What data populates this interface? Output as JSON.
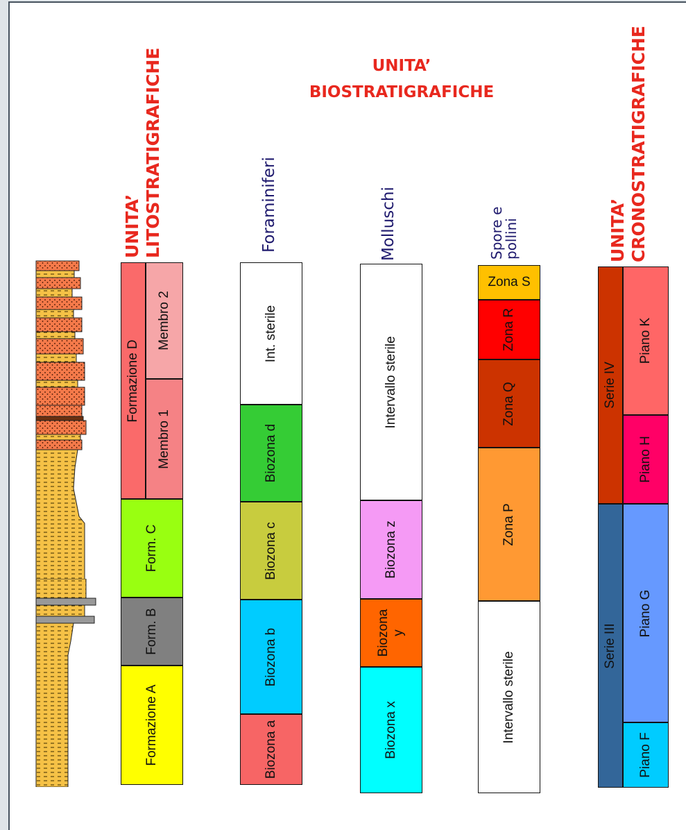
{
  "title_bio": {
    "line1": "UNITA’",
    "line2": "BIOSTRATIGRAFICHE"
  },
  "lito": {
    "heading": {
      "line1": "UNITA’",
      "line2": "LITOSTRATIGRAFICHE"
    },
    "units": {
      "formazione_d": "Formazione D",
      "membro_2": "Membro 2",
      "membro_1": "Membro 1",
      "form_c": "Form. C",
      "form_b": "Form. B",
      "formazione_a": "Formazione A"
    }
  },
  "foraminiferi": {
    "heading": "Foraminiferi",
    "zones": {
      "int_sterile": "Int. sterile",
      "biozona_d": "Biozona d",
      "biozona_c": "Biozona c",
      "biozona_b": "Biozona b",
      "biozona_a": "Biozona a"
    }
  },
  "molluschi": {
    "heading": "Molluschi",
    "zones": {
      "intervallo_sterile": "Intervallo sterile",
      "biozona_z": "Biozona z",
      "biozona_y_1": "Biozona",
      "biozona_y_2": "y",
      "biozona_x": "Biozona x"
    }
  },
  "spore": {
    "heading": {
      "line1": "Spore e",
      "line2": "pollini"
    },
    "zones": {
      "zona_s": "Zona S",
      "zona_r": "Zona R",
      "zona_q": "Zona Q",
      "zona_p": "Zona P",
      "intervallo_sterile": "Intervallo sterile"
    }
  },
  "crono": {
    "heading": {
      "line1": "UNITA’",
      "line2": "CRONOSTRATIGRAFICHE"
    },
    "series": {
      "serie_iv": "Serie IV",
      "serie_iii": "Serie III"
    },
    "piani": {
      "piano_k": "Piano K",
      "piano_h": "Piano H",
      "piano_g": "Piano G",
      "piano_f": "Piano F"
    }
  },
  "colors": {
    "lito_d": "#fa6a6a",
    "lito_m2": "#f6a6a8",
    "lito_m1": "#f58285",
    "lito_c": "#99ff11",
    "lito_b": "#808080",
    "lito_a": "#ffff00",
    "fora_d": "#35cc35",
    "fora_c": "#c8cc3e",
    "fora_b": "#00ccff",
    "fora_a": "#f76565",
    "moll_z": "#f59af5",
    "moll_y": "#ff6500",
    "moll_x": "#00ffff",
    "spore_s": "#ffc000",
    "spore_r": "#ff0000",
    "spore_q": "#cc3300",
    "spore_p": "#ff9933",
    "crono_iv": "#cc3300",
    "crono_iii": "#336699",
    "crono_k": "#ff6666",
    "crono_h": "#ff0066",
    "crono_g": "#6699ff",
    "crono_f": "#00ccff",
    "heading_red": "#e8281e",
    "heading_blue": "#1f1a6e"
  }
}
